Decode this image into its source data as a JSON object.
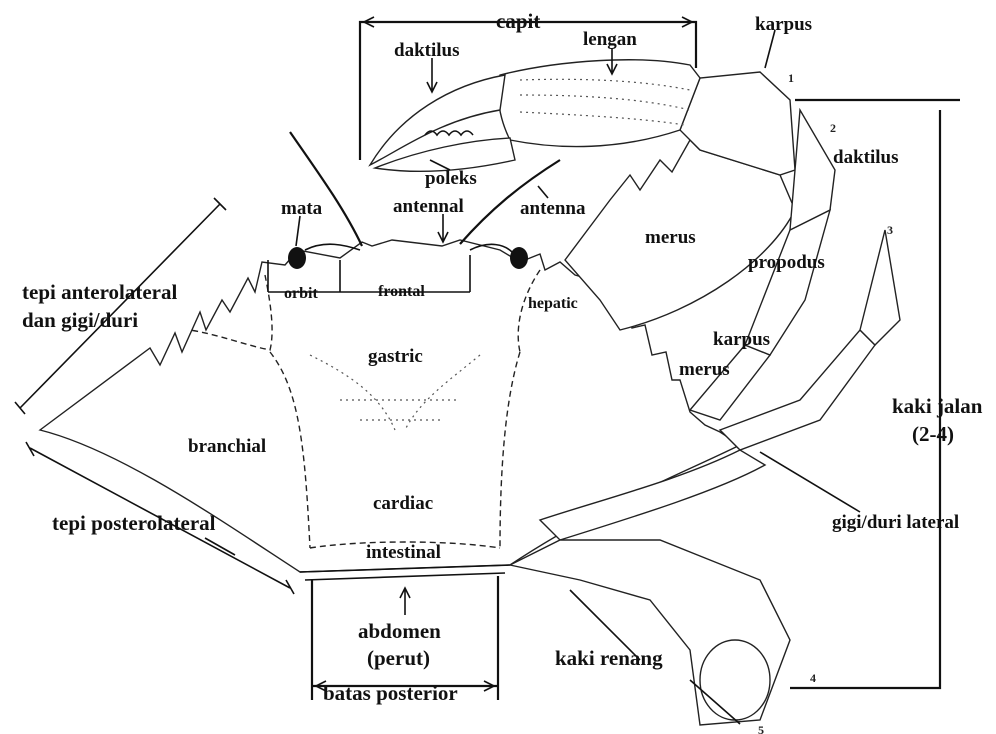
{
  "labels": {
    "capit": "capit",
    "karpus_top": "karpus",
    "lengan": "lengan",
    "daktilus_claw": "daktilus",
    "daktilus_leg": "daktilus",
    "poleks": "poleks",
    "mata": "mata",
    "antennal": "antennal",
    "antenna": "antenna",
    "merus_upper": "merus",
    "propodus": "propodus",
    "karpus_leg": "karpus",
    "merus_leg": "merus",
    "tepi_anterolateral_1": "tepi anterolateral",
    "tepi_anterolateral_2": "dan gigi/duri",
    "orbit": "orbit",
    "frontal": "frontal",
    "hepatic": "hepatic",
    "gastric": "gastric",
    "branchial": "branchial",
    "cardiac": "cardiac",
    "intestinal": "intestinal",
    "kaki_jalan_1": "kaki jalan",
    "kaki_jalan_2": "(2-4)",
    "tepi_posterolateral": "tepi posterolateral",
    "gigi_duri_lateral": "gigi/duri lateral",
    "abdomen_1": "abdomen",
    "abdomen_2": "(perut)",
    "kaki_renang": "kaki renang",
    "batas_posterior": "batas posterior"
  },
  "leg_numbers": [
    "1",
    "2",
    "3",
    "4",
    "5"
  ]
}
